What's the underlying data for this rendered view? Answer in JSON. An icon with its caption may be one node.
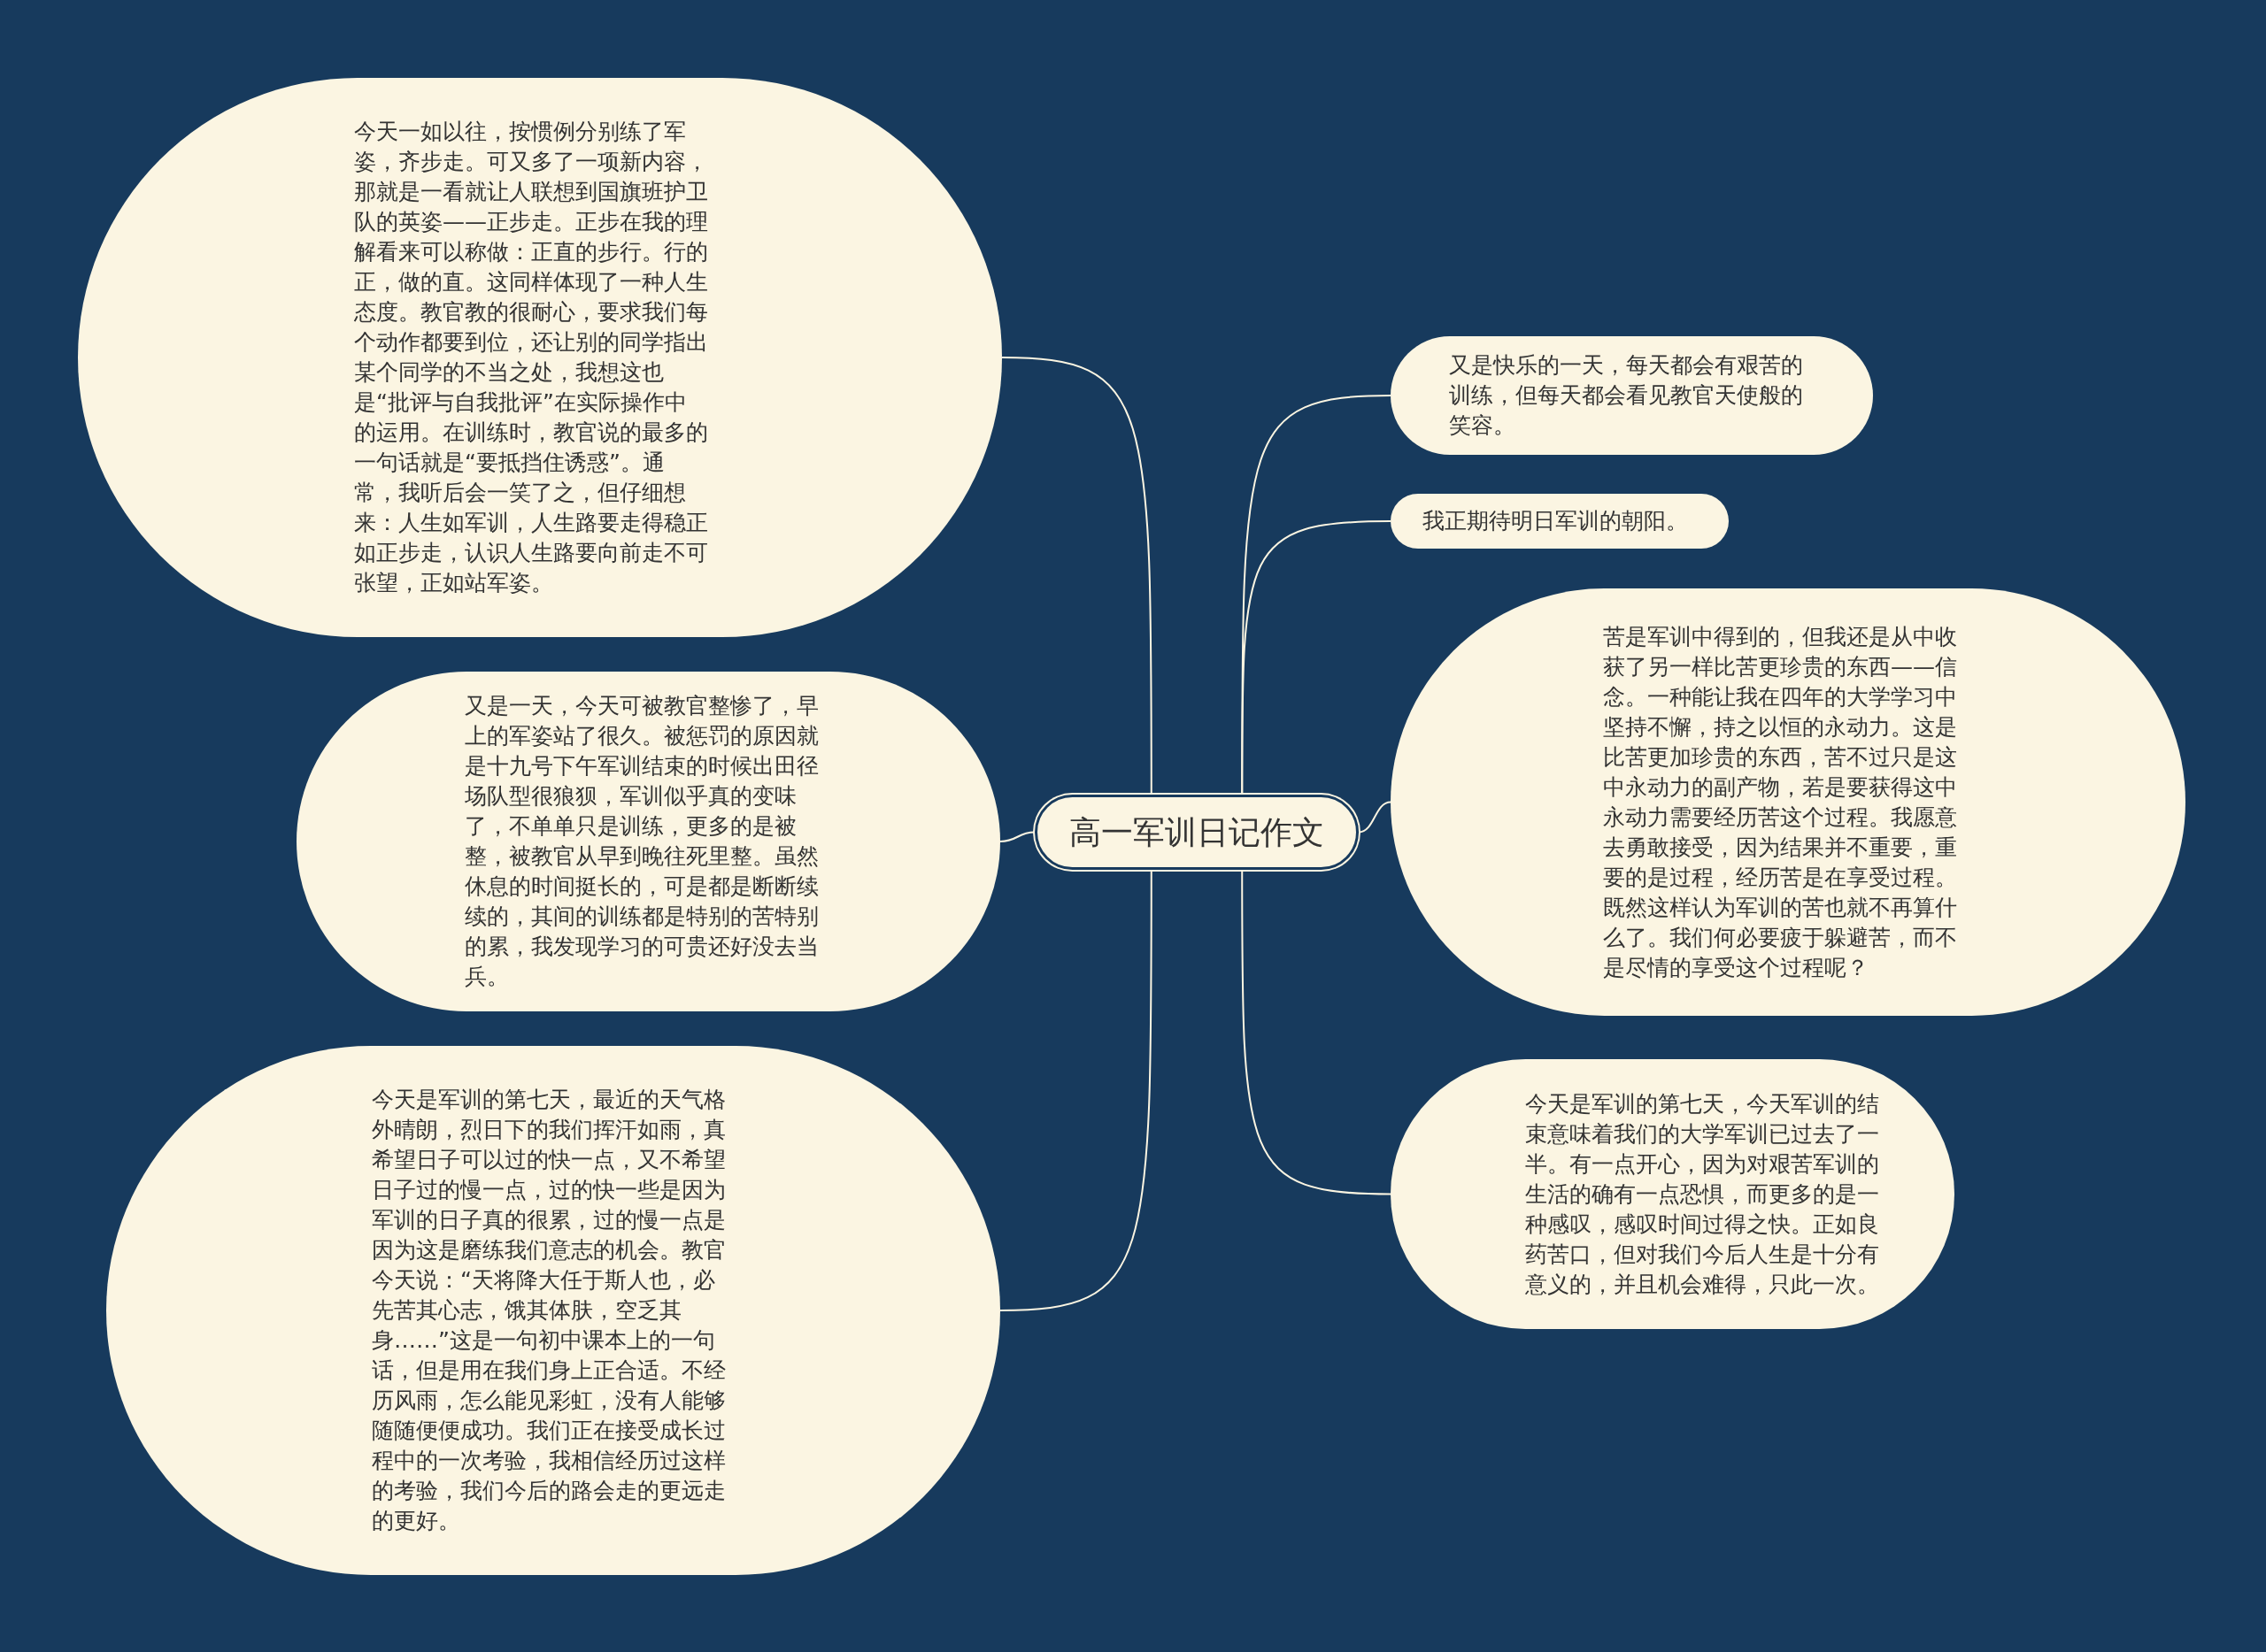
{
  "diagram": {
    "nodes": [
      {
        "text": [
          "高一军训日记作文"
        ]
      },
      {
        "text": [
          "今天一如以往，按惯例分别练了军姿，齐步走。可又多了一项新内容，那就是一看就让人联想到国旗班护卫队的英姿——正步走。正步在我的理解看来可以称做：正直的步行。行的正，做的直。这同样体现了一种人生态度。教官教的很耐心，要求我们每个动作都要到位，还让别的同学指出某个同学的不当之处，我想这也是“批评与自我批评”在实际操作中的运用。在训练时，教官说的最多的一句话就是“要抵挡住诱惑”。通常，我听后会一笑了之，但仔细想来：人生如军训，人生路要走得稳正如正步走，认识人生路要向前走不可张望，正如站军姿。"
        ]
      },
      {
        "text": [
          "又是一天，今天可被教官整惨了，早上的军姿站了很久。被惩罚的原因就是十九号下午军训结束的时候出田径场队型很狼狈，军训似乎真的变味了，不单单只是训练，更多的是被整，被教官从早到晚往死里整。虽然休息的时间挺长的，可是都是断断续续的，其间的训练都是特别的苦特别的累，我发现学习的可贵还好没去当兵。"
        ]
      },
      {
        "text": [
          "今天是军训的第七天，最近的天气格外晴朗，烈日下的我们挥汗如雨，真希望日子可以过的快一点，又不希望日子过的慢一点，过的快一些是因为军训的日子真的很累，过的慢一点是因为这是磨练我们意志的机会。教官今天说：“天将降大任于斯人也，必先苦其心志，饿其体肤，空乏其身……”这是一句初中课本上的一句话，但是用在我们身上正合适。不经历风雨，怎么能见彩虹，没有人能够随随便便成功。我们正在接受成长过程中的一次考验，我相信经历过这样的考验，我们今后的路会走的更远走的更好。"
        ]
      },
      {
        "text": [
          "又是快乐的一天，每天都会有艰苦的训练，但每天都会看见教官天使般的笑容。"
        ]
      },
      {
        "text": [
          "我正期待明日军训的朝阳。"
        ]
      },
      {
        "text": [
          "苦是军训中得到的，但我还是从中收获了另一样比苦更珍贵的东西——信念。一种能让我在四年的大学学习中坚持不懈，持之以恒的永动力。这是比苦更加珍贵的东西，苦不过只是这中永动力的副产物，若是要获得这中永动力需要经历苦这个过程。我愿意去勇敢接受，因为结果并不重要，重要的是过程，经历苦是在享受过程。既然这样认为军训的苦也就不再算什么了。我们何必要疲于躲避苦，而不是尽情的享受这个过程呢？"
        ]
      },
      {
        "text": [
          "今天是军训的第七天，今天军训的结束意味着我们的大学军训已过去了一半。有一点开心，因为对艰苦军训的生活的确有一点恐惧，而更多的是一种感叹，感叹时间过得之快。正如良药苦口，但对我们今后人生是十分有意义的，并且机会难得，只此一次。"
        ]
      }
    ],
    "edges": [
      {
        "from": 0,
        "to": 1,
        "arrow": "none"
      },
      {
        "from": 0,
        "to": 2,
        "arrow": "none"
      },
      {
        "from": 0,
        "to": 3,
        "arrow": "none"
      },
      {
        "from": 0,
        "to": 4,
        "arrow": "none"
      },
      {
        "from": 0,
        "to": 5,
        "arrow": "none"
      },
      {
        "from": 0,
        "to": 6,
        "arrow": "none"
      },
      {
        "from": 0,
        "to": 7,
        "arrow": "none"
      }
    ]
  }
}
